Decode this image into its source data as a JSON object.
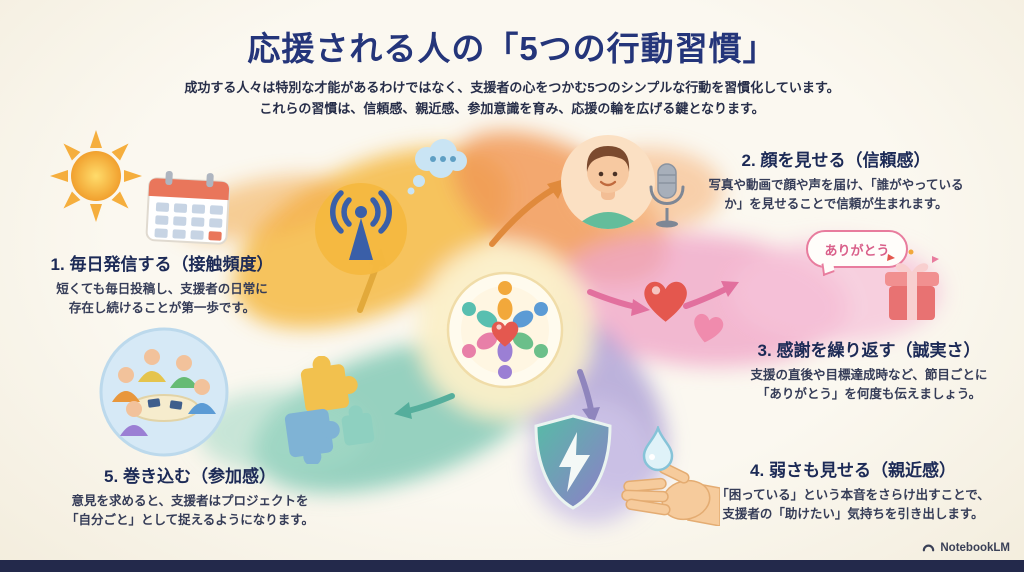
{
  "title": "応援される人の「5つの行動習慣」",
  "subtitle": {
    "line1": "成功する人々は特別な才能があるわけではなく、支援者の心をつかむ5つのシンプルな行動を習慣化しています。",
    "line2": "これらの習慣は、信頼感、親近感、参加意識を育み、応援の輪を広げる鍵となります。"
  },
  "steps": [
    {
      "heading": "1. 毎日発信する（接触頻度）",
      "lines": [
        "短くても毎日投稿し、支援者の日常に",
        "存在し続けることが第一歩です。"
      ],
      "icons": [
        "sun-icon",
        "calendar-icon",
        "broadcast-icon"
      ]
    },
    {
      "heading": "2. 顔を見せる（信頼感）",
      "lines": [
        "写真や動画で顔や声を届け、「誰がやっている",
        "か」を見せることで信頼が生まれます。"
      ],
      "icons": [
        "person-face-icon",
        "microphone-icon",
        "thought-bubble-icon"
      ]
    },
    {
      "heading": "3. 感謝を繰り返す（誠実さ）",
      "lines": [
        "支援の直後や目標達成時など、節目ごとに",
        "「ありがとう」を何度も伝えましょう。"
      ],
      "speech_bubble": "ありがとう",
      "icons": [
        "heart-icon",
        "gift-icon"
      ]
    },
    {
      "heading": "4. 弱さも見せる（親近感）",
      "lines": [
        "「困っている」という本音をさらけ出すことで、",
        "支援者の「助けたい」気持ちを引き出します。"
      ],
      "icons": [
        "shield-icon",
        "hand-water-drop-icon"
      ]
    },
    {
      "heading": "5. 巻き込む（参加感）",
      "lines": [
        "意見を求めると、支援者はプロジェクトを",
        "「自分ごと」として捉えるようになります。"
      ],
      "icons": [
        "team-discussion-icon",
        "puzzle-icon"
      ]
    }
  ],
  "watermark": "NotebookLM",
  "colors": {
    "background": "#FAF6EC",
    "title": "#24357A",
    "heading_text": "#1C2A56",
    "body_text": "#363D58",
    "bottom_bar": "#23294B",
    "petal_yellow": "#F5BC4C",
    "petal_orange": "#F19A58",
    "petal_pink": "#F0A8C8",
    "petal_purple": "#ADA0D6",
    "petal_teal": "#84CAB6",
    "heart_red": "#E4584F",
    "bubble_pink": "#E87C9E"
  }
}
